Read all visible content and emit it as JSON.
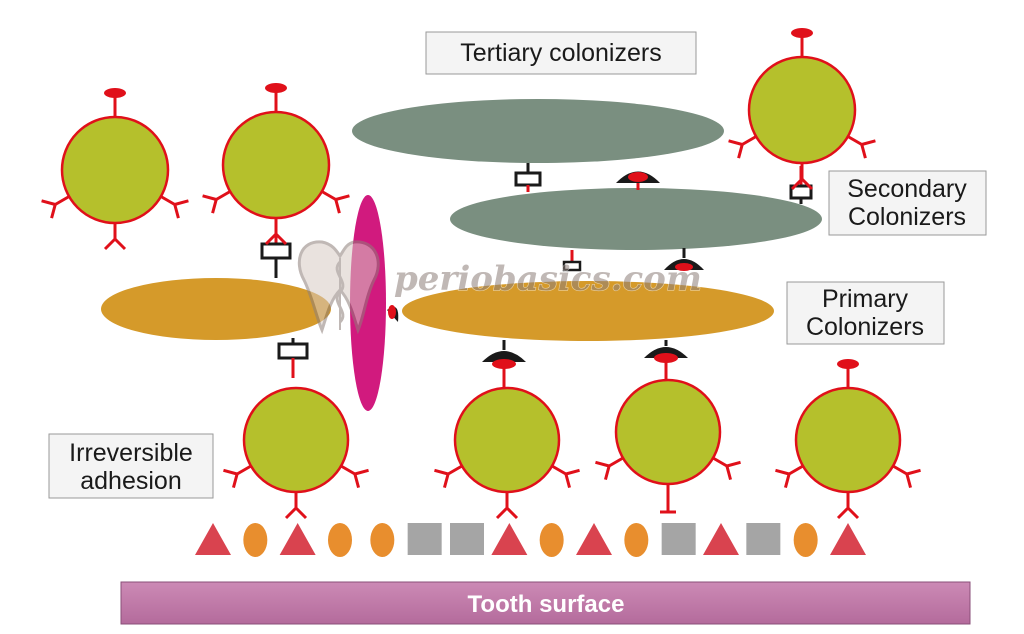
{
  "labels": {
    "tertiary": "Tertiary colonizers",
    "secondary_line1": "Secondary",
    "secondary_line2": "Colonizers",
    "primary_line1": "Primary",
    "primary_line2": "Colonizers",
    "irreversible_line1": "Irreversible",
    "irreversible_line2": "adhesion",
    "tooth_surface": "Tooth surface"
  },
  "watermark": {
    "text": "periobasics.com",
    "logo": "tooth-caduceus-logo"
  },
  "colors": {
    "bacterium_fill": "#b5c02c",
    "bacterium_stroke": "#e0101a",
    "adhesin_red": "#e0101a",
    "receptor_black": "#1a1a1a",
    "orange_rod": "#d59a2a",
    "gray_rod": "#7a8f80",
    "magenta_rod": "#d11a7e",
    "tooth_surface": "#c07aa8",
    "pellicle_triangle": "#d9434f",
    "pellicle_oval": "#e88e2e",
    "pellicle_square": "#a5a5a5",
    "label_box_border": "#999999",
    "label_box_fill": "#f4f4f4"
  },
  "pellicle_sequence": [
    "triangle",
    "oval",
    "triangle",
    "oval",
    "oval",
    "square",
    "square",
    "triangle",
    "oval",
    "triangle",
    "oval",
    "square",
    "triangle",
    "square",
    "oval",
    "triangle"
  ]
}
